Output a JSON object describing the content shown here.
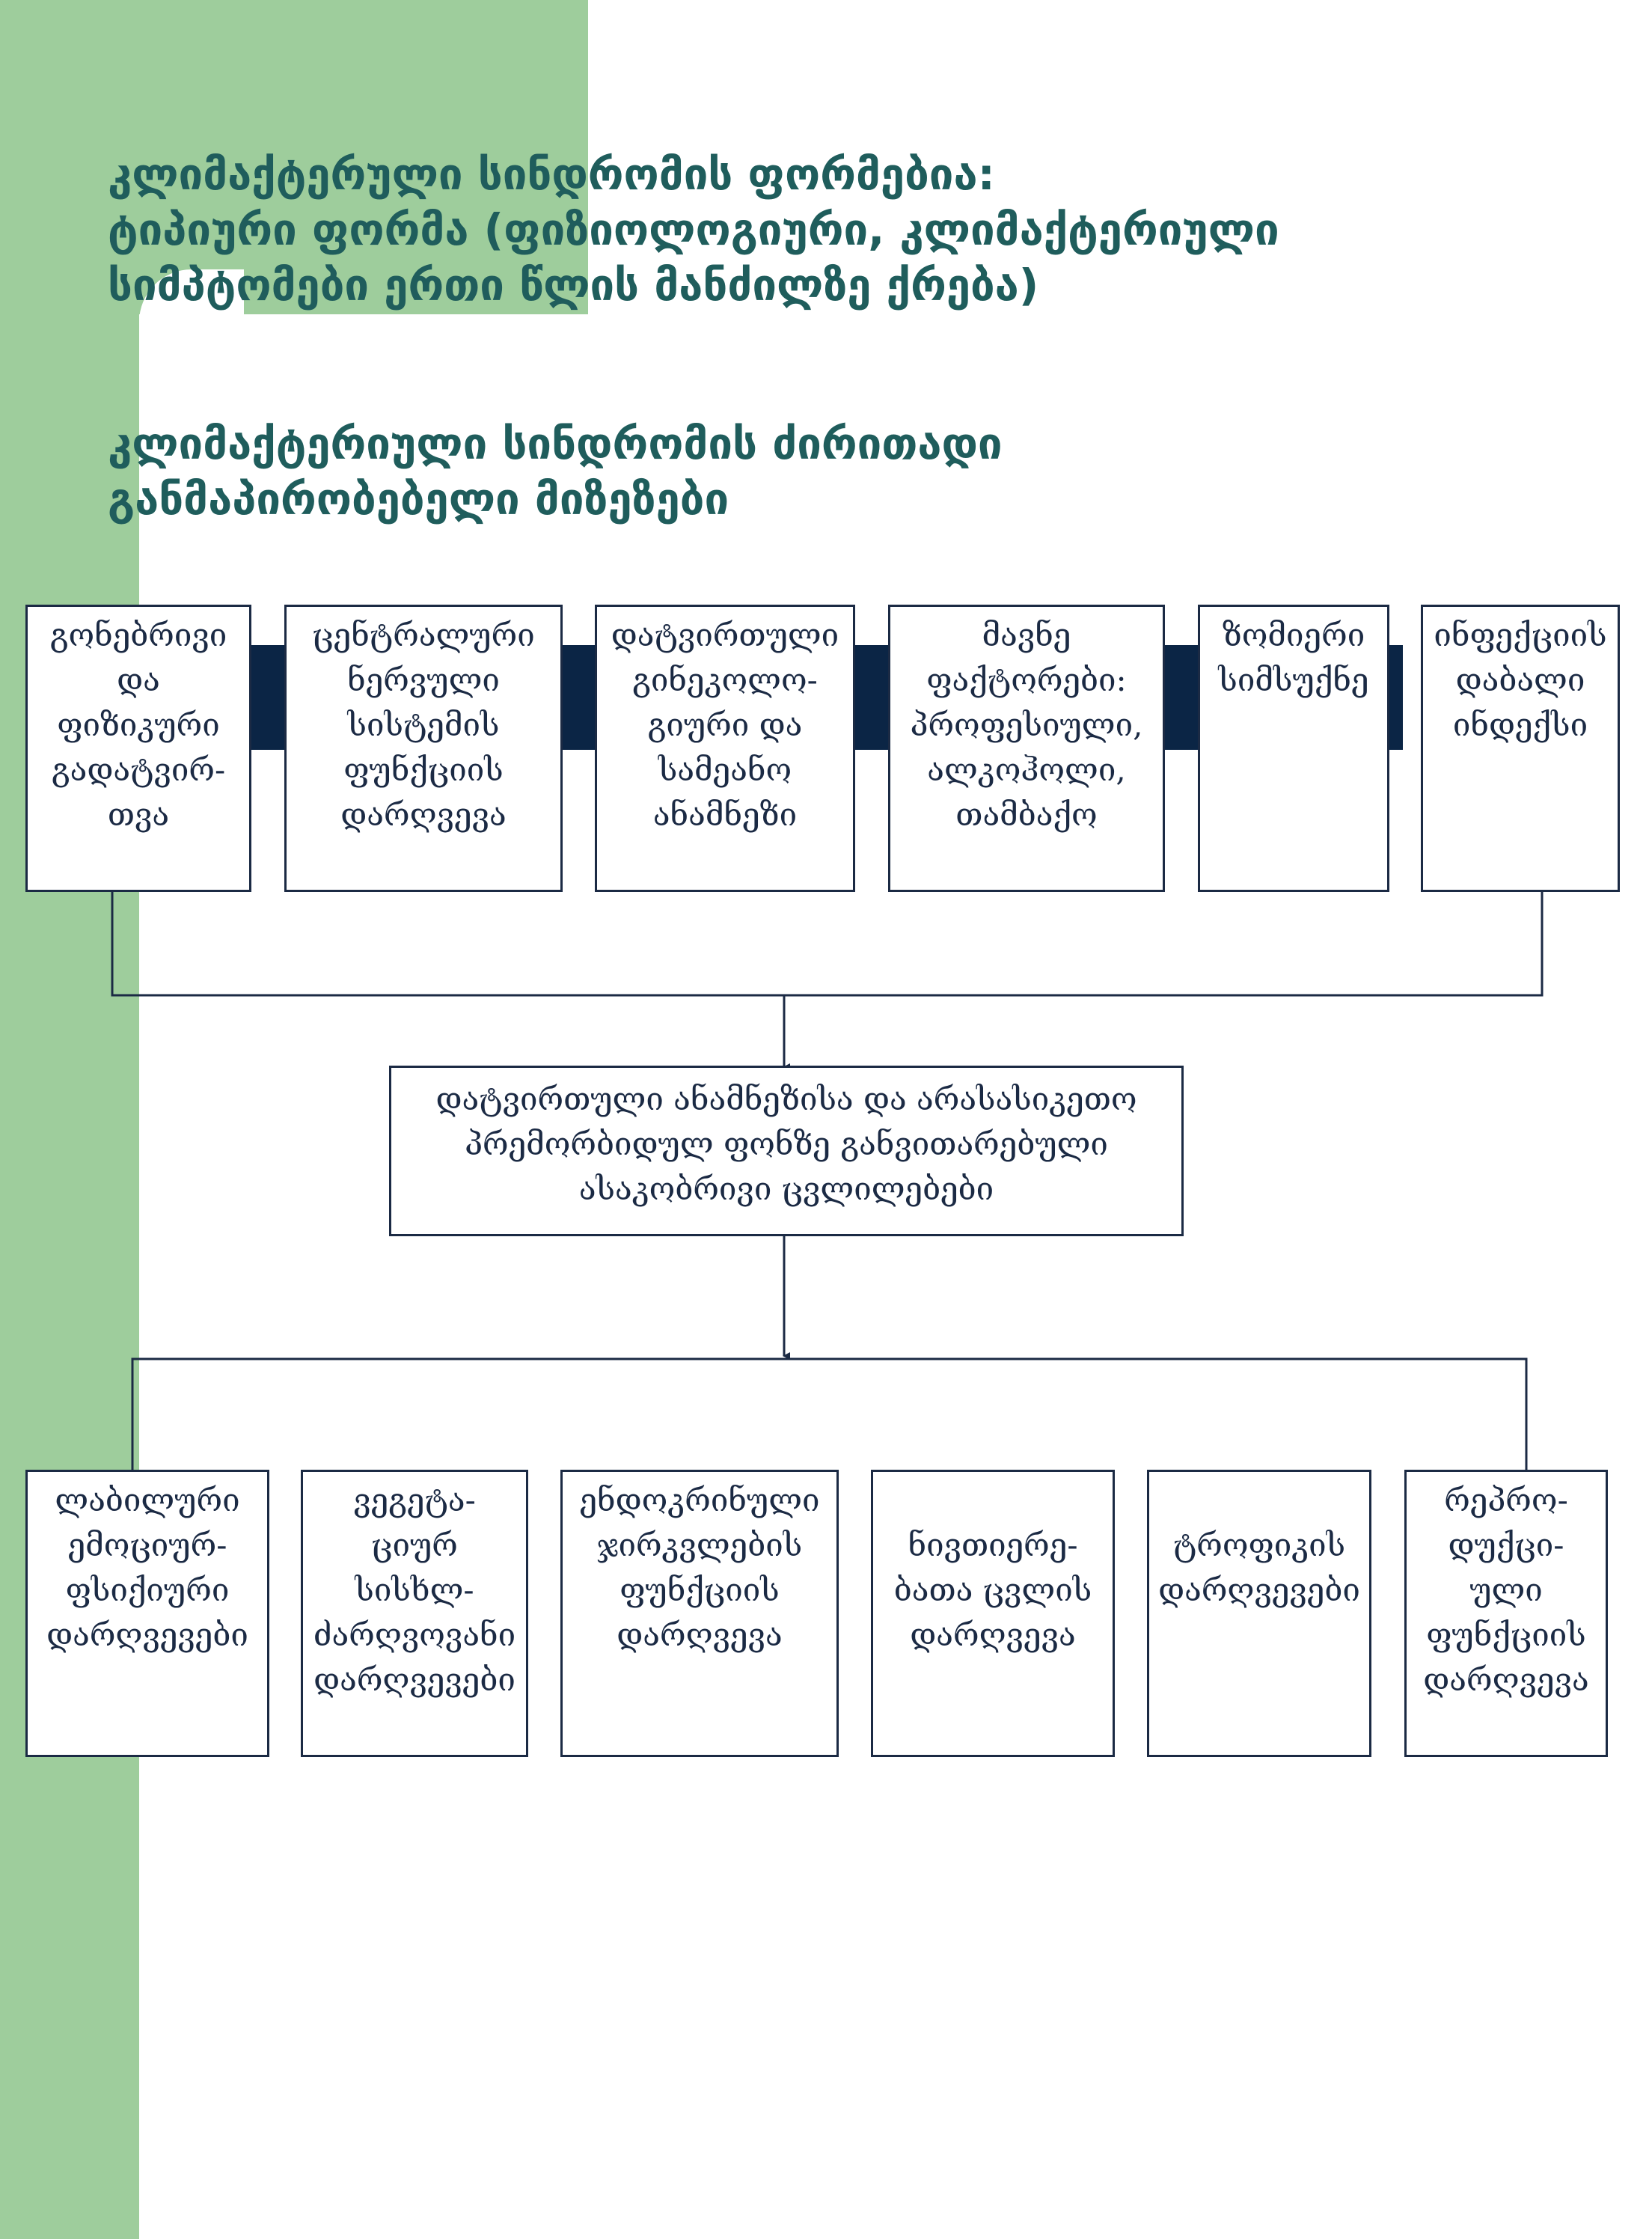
{
  "colors": {
    "accent_green": "#9ecd9c",
    "heading_text": "#1f5d5c",
    "box_border": "#1b2a44",
    "connector_bar": "#0b2545"
  },
  "heading_forms": "კლიმაქტერული სინდრომის ფორმებია:\nტიპიური ფორმა (ფიზიოლოგიური, კლიმაქტერიული\nსიმპტომები ერთი წლის მანძილზე ქრება)",
  "heading_causes": "კლიმაქტერიული სინდრომის ძირითადი\nგანმაპირობებელი მიზეზები",
  "causes": [
    "გონებრივი\nდა\nფიზიკური\nგადატვირ-\nთვა",
    "ცენტრალური\nნერვული\nსისტემის\nფუნქციის\nდარღვევა",
    "დატვირთული\nგინეკოლო-\nგიური და\nსამეანო\nანამნეზი",
    "მავნე\nფაქტორები:\nპროფესიული,\nალკოჰოლი,\nთამბაქო",
    "ზომიერი\nსიმსუქნე",
    "ინფექციის\nდაბალი\nინდექსი"
  ],
  "center": "დატვირთული ანამნეზისა და არასასიკეთო\nპრემორბიდულ ფონზე განვითარებული\nასაკობრივი ცვლილებები",
  "effects": [
    "ლაბილური\nემოციურ-\nფსიქიური\nდარღვევები",
    "ვეგეტა-\nციურ\nსისხლ-\nძარღვოვანი\nდარღვევები",
    "ენდოკრინული\nჯირკვლების\nფუნქციის\nდარღვევა",
    "ნივთიერე-\nბათა ცვლის\nდარღვევა",
    "ტროფიკის\nდარღვევები",
    "რეპრო-\nდუქცი-\nული\nფუნქციის\nდარღვევა"
  ]
}
